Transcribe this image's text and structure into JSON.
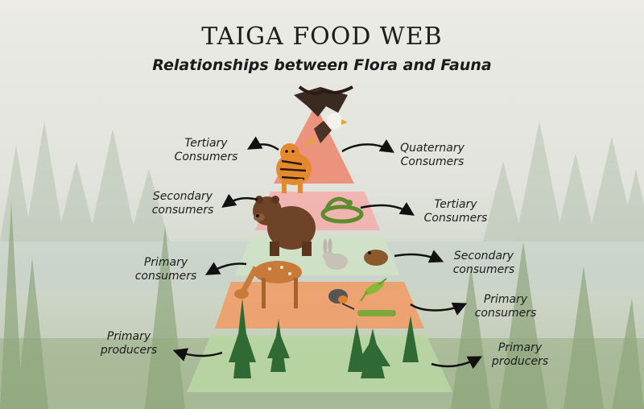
{
  "title": "TAIGA FOOD WEB",
  "subtitle": "Relationships between Flora and Fauna",
  "levels": {
    "apex": {
      "left_label": [
        "Tertiary",
        "Consumers"
      ],
      "right_label": [
        "Quaternary",
        "Consumers"
      ],
      "left_animal": "tiger",
      "right_animal": "eagle"
    },
    "upper": {
      "left_label": [
        "Secondary",
        "consumers"
      ],
      "right_label": [
        "Tertiary",
        "Consumers"
      ],
      "left_animal": "bear",
      "right_animal": "snake"
    },
    "middle": {
      "left_label": [
        "Primary",
        "consumers"
      ],
      "right_label": [
        "Secondary",
        "consumers"
      ],
      "left_animal": "deer",
      "right_animal": "rabbit and toad"
    },
    "lower": {
      "right_label": [
        "Primary",
        "consumers"
      ],
      "right_animal": "bird, grasshopper and caterpillar"
    },
    "base": {
      "left_label": [
        "Primary",
        "producers"
      ],
      "right_label": [
        "Primary",
        "producers"
      ],
      "plants": "spruce trees"
    }
  },
  "colors": {
    "tier_top": "#ec8a72",
    "tier_2": "#f3b0ad",
    "tier_3": "#cfe3c4",
    "tier_4": "#f29a63",
    "tier_base": "#b9d6a3",
    "arrow": "#111111"
  }
}
